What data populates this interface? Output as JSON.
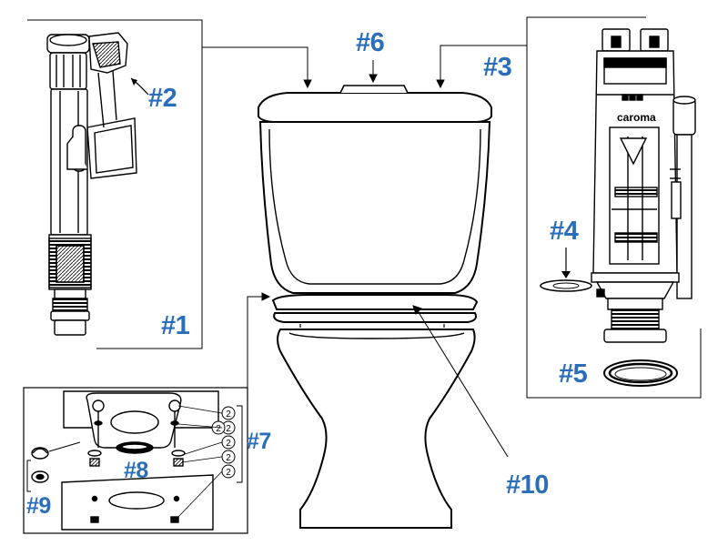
{
  "callouts": {
    "p1": "#1",
    "p2": "#2",
    "p3": "#3",
    "p4": "#4",
    "p5": "#5",
    "p6": "#6",
    "p7": "#7",
    "p8": "#8",
    "p9": "#9",
    "p10": "#10"
  },
  "brand_mark": "caroma",
  "qty_marks": [
    "2",
    "2",
    "2",
    "2",
    "2",
    "2"
  ],
  "colors": {
    "label_blue": "#2a6ebb",
    "line": "#000000",
    "background": "#ffffff"
  }
}
